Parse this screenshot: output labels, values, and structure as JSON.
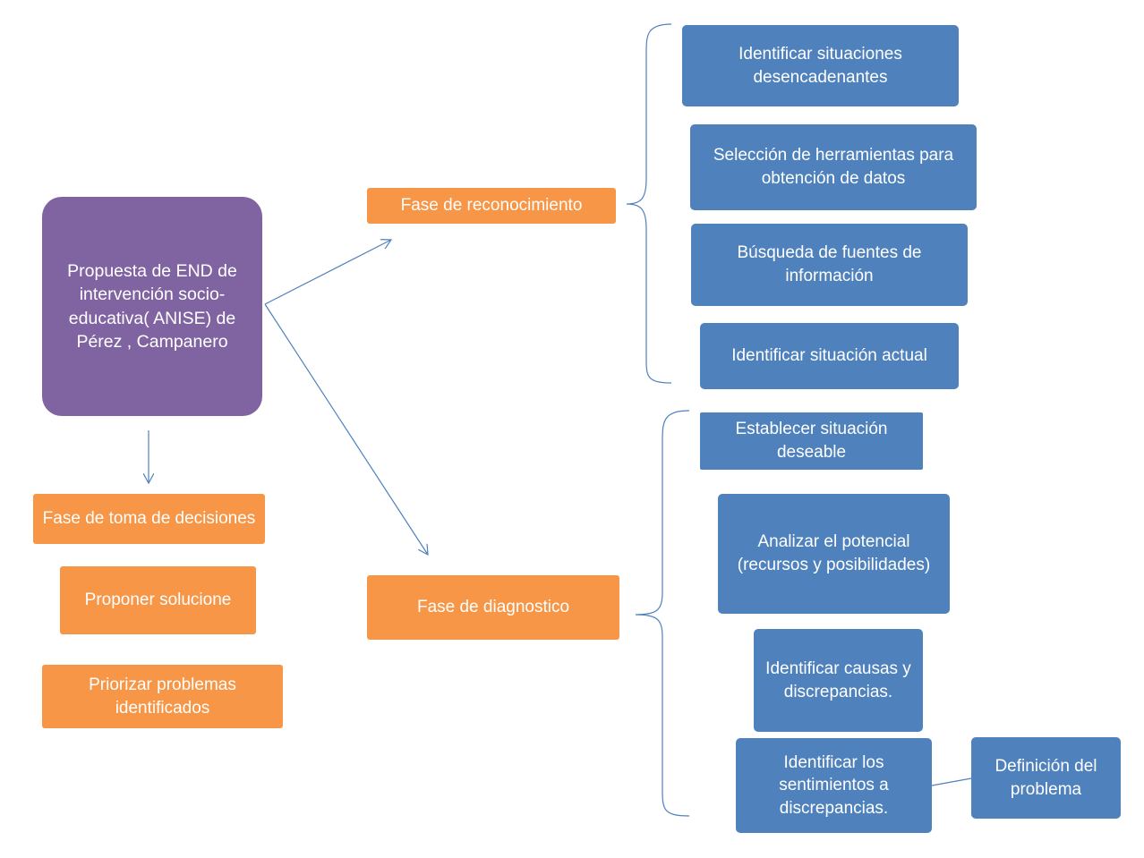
{
  "root": {
    "label": "Propuesta de END de intervención socio-educativa( ANISE)  de Pérez , Campanero"
  },
  "phases": {
    "reconocimiento": {
      "label": "Fase de reconocimiento"
    },
    "diagnostico": {
      "label": "Fase de diagnostico"
    },
    "decisiones": {
      "label": "Fase de toma de decisiones"
    }
  },
  "reconocimiento_steps": [
    {
      "label": "Identificar situaciones desencadenantes"
    },
    {
      "label": "Selección de herramientas para obtención de datos"
    },
    {
      "label": "Búsqueda de fuentes de información"
    },
    {
      "label": "Identificar situación actual"
    }
  ],
  "diagnostico_steps": [
    {
      "label": "Establecer situación deseable"
    },
    {
      "label": "Analizar el potencial (recursos y posibilidades)"
    },
    {
      "label": "Identificar causas y discrepancias."
    },
    {
      "label": "Identificar los sentimientos a discrepancias."
    }
  ],
  "definicion": {
    "label": "Definición del problema"
  },
  "decisiones_steps": [
    {
      "label": "Proponer solucione"
    },
    {
      "label": "Priorizar problemas identificados"
    }
  ],
  "colors": {
    "purple": "#8064a2",
    "blue": "#4f81bd",
    "orange": "#f79646",
    "connector": "#4f81bd"
  }
}
